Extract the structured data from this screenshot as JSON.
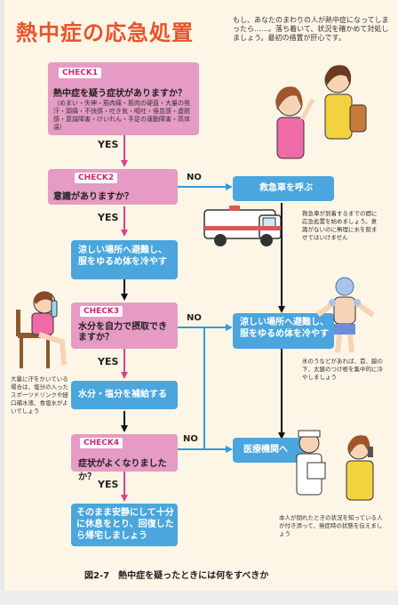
{
  "title": "熱中症の応急処置",
  "intro": "もし、あなたのまわりの人が熱中症になってしまったら……。落ち着いて、状況を確かめて対処しましょう。最初の措置が肝心です。",
  "check1": {
    "label": "CHECK1",
    "question": "熱中症を疑う症状がありますか？",
    "symptoms": "（めまい・失神・筋肉痛・筋肉の硬直・大量の発汗・頭痛・不快感・吐き気・嘔吐・倦怠感・虚脱感・意識障害・けいれん・手足の運動障害・高体温）"
  },
  "yes_label": "YES",
  "no_label": "NO",
  "check2": {
    "label": "CHECK2",
    "question": "意識がありますか？"
  },
  "ambulance": "救急車を呼ぶ",
  "ambulance_note": "救急車が到着するまでの間に応急処置を始めましょう。意識がないのに無理に水を飲ませてはいけません",
  "cool_left": "涼しい場所へ避難し、服をゆるめ体を冷やす",
  "cool_right": "涼しい場所へ避難し、服をゆるめ体を冷やす",
  "cool_note": "氷のうなどがあれば、首、脇の下、太腿のつけ根を集中的に冷やしましょう",
  "check3": {
    "label": "CHECK3",
    "question": "水分を自力で摂取できますか？"
  },
  "drink_note": "大量に汗をかいている場合は、塩分の入ったスポーツドリンクや経口補水液、食塩水がよいでしょう",
  "hydrate": "水分・塩分を補給する",
  "check4": {
    "label": "CHECK4",
    "question": "症状がよくなりましたか？"
  },
  "hospital": "医療機関へ",
  "hospital_note": "本人が倒れたときの状況を知っている人が付き添って、発症時の状態を伝えましょう",
  "rest": "そのまま安静にして十分に休息をとり、回復したら帰宅しましょう",
  "caption": "図2-7　熱中症を疑ったときには何をすべきか",
  "colors": {
    "pink": "#e59bc3",
    "blue": "#4aa6dd",
    "title": "#e8542a",
    "arrow_pink": "#d9418a",
    "arrow_blue": "#2f9be0"
  }
}
